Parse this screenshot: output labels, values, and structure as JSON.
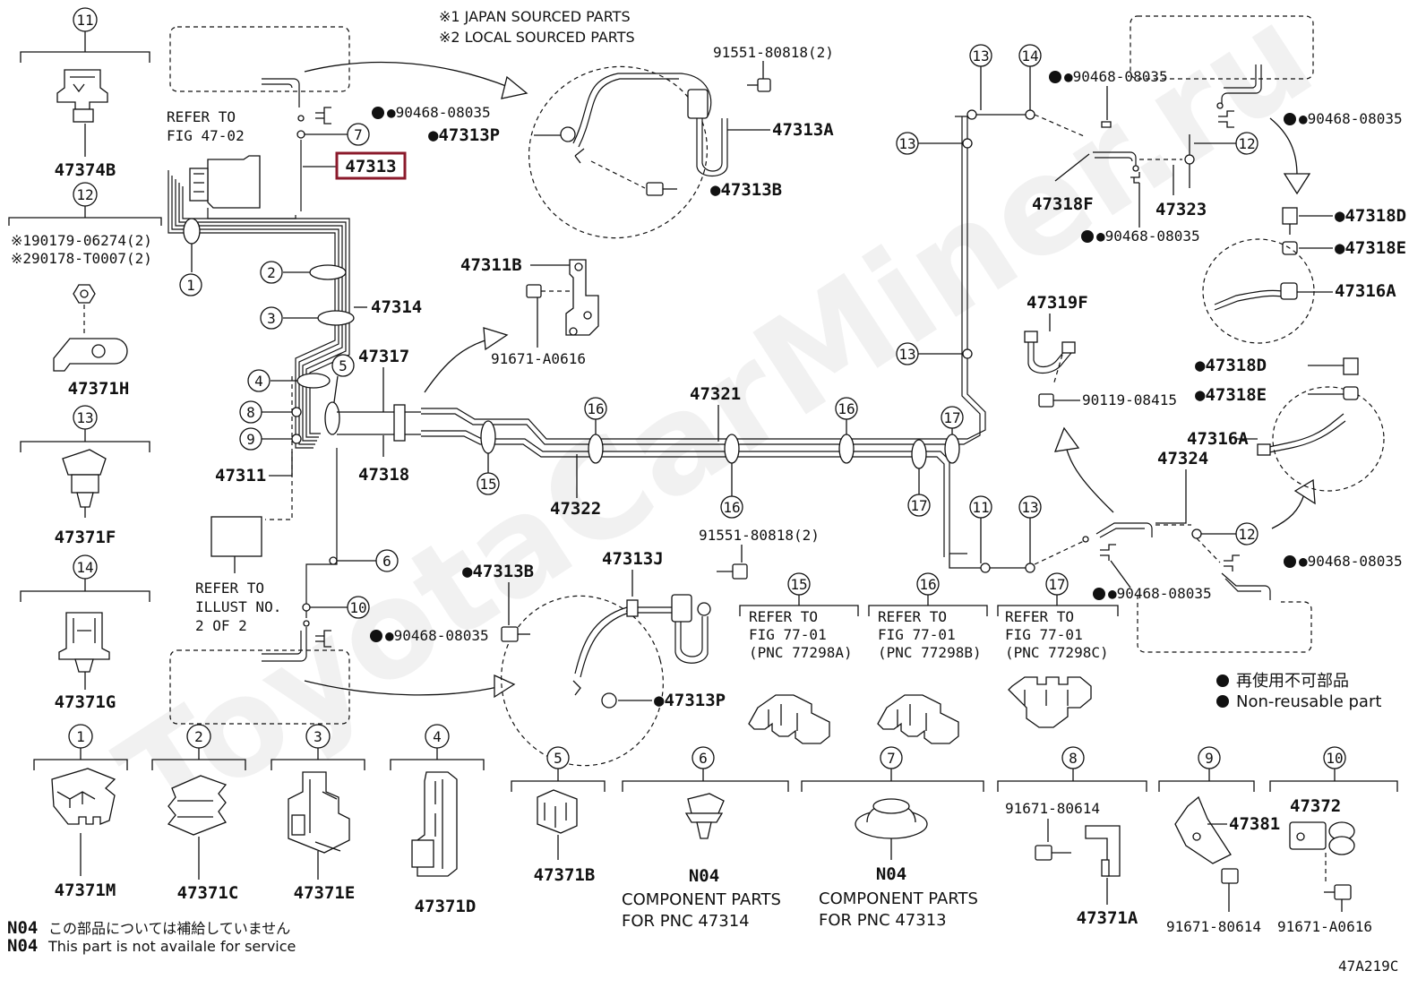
{
  "notes": {
    "jp_sourced": "※1 JAPAN SOURCED PARTS",
    "local_sourced": "※2 LOCAL SOURCED PARTS",
    "legend_jp": "再使用不可部品",
    "legend_en": "Non-reusable part",
    "n04_jp": "この部品については補給していません",
    "n04_en": "This part is not availale for service",
    "n04_code": "N04",
    "figure_code": "47A219C",
    "watermark": "ToyotaCarMiner.ru",
    "refer_fig_47_02": [
      "REFER TO",
      "FIG 47-02"
    ],
    "refer_illust": [
      "REFER TO",
      "ILLUST NO.",
      "2 OF 2"
    ],
    "refer_77298A": [
      "REFER TO",
      "FIG 77-01",
      "(PNC 77298A)"
    ],
    "refer_77298B": [
      "REFER TO",
      "FIG 77-01",
      "(PNC 77298B)"
    ],
    "refer_77298C": [
      "REFER TO",
      "FIG 77-01",
      "(PNC 77298C)"
    ],
    "component_47314": [
      "N04",
      "COMPONENT PARTS",
      "FOR PNC 47314"
    ],
    "component_47313": [
      "N04",
      "COMPONENT PARTS",
      "FOR PNC 47313"
    ]
  },
  "highlight": "47313",
  "parts": {
    "p47374B": "47374B",
    "p47371H": "47371H",
    "p47371F": "47371F",
    "p47371G": "47371G",
    "p47371M": "47371M",
    "p47371C": "47371C",
    "p47371E": "47371E",
    "p47371D": "47371D",
    "p47371B": "47371B",
    "p47371A": "47371A",
    "p47381": "47381",
    "p47372": "47372",
    "p47313P_a": "●47313P",
    "p47313P_b": "●47313P",
    "p47313A": "47313A",
    "p47313B_a": "●47313B",
    "p47313B_b": "●47313B",
    "p47313J": "47313J",
    "p47311B": "47311B",
    "p47311": "47311",
    "p47314": "47314",
    "p47317": "47317",
    "p47318": "47318",
    "p47321": "47321",
    "p47322": "47322",
    "p47318F": "47318F",
    "p47323": "47323",
    "p47319F": "47319F",
    "p47324": "47324",
    "p47318D_a": "●47318D",
    "p47318E_a": "●47318E",
    "p47316A_a": "47316A",
    "p47318D_b": "●47318D",
    "p47318E_b": "●47318E",
    "p47316A_b": "47316A",
    "b90468_1": "●90468-08035",
    "b90468_2": "●90468-08035",
    "b90468_3": "●90468-08035",
    "b90468_4": "●90468-08035",
    "b90468_5": "●90468-08035",
    "b90468_6": "●90468-08035",
    "b90468_7": "●90468-08035",
    "b91551_a": "91551-80818(2)",
    "b91551_b": "91551-80818(2)",
    "b91671A0616_a": "91671-A0616",
    "b91671A0616_b": "91671-A0616",
    "b91671_80614_a": "91671-80614",
    "b91671_80614_b": "91671-80614",
    "b90119": "90119-08415",
    "s190179": "※190179-06274(2)",
    "s290178": "※290178-T0007(2)"
  },
  "callouts": [
    "1",
    "2",
    "3",
    "4",
    "5",
    "6",
    "7",
    "8",
    "9",
    "10",
    "11",
    "12",
    "13",
    "14",
    "15",
    "16",
    "17"
  ]
}
